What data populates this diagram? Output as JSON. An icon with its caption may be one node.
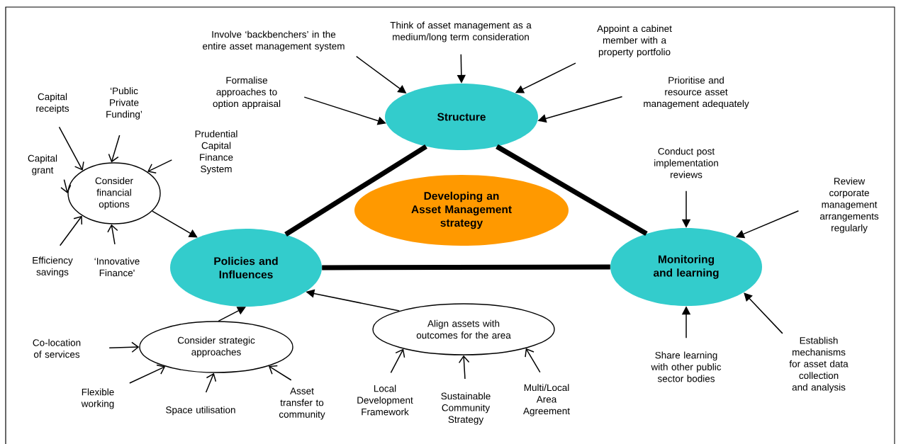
{
  "diagram": {
    "nodes": [
      {
        "text": [
          "Structure"
        ]
      },
      {
        "text": [
          "Developing an Asset Management strategy"
        ]
      },
      {
        "text": [
          "Policies and Influences"
        ]
      },
      {
        "text": [
          "Monitoring and learning"
        ]
      },
      {
        "text": [
          "Consider financial options"
        ]
      },
      {
        "text": [
          "Consider strategic approaches"
        ]
      },
      {
        "text": [
          "Align assets with outcomes for the area"
        ]
      },
      {
        "text": [
          "Involve ‘backbenchers’ in the entire asset management system"
        ]
      },
      {
        "text": [
          "Think of asset management as a medium/long term consideration"
        ]
      },
      {
        "text": [
          "Appoint a cabinet member with a property portfolio"
        ]
      },
      {
        "text": [
          "Formalise approaches to option appraisal"
        ]
      },
      {
        "text": [
          "Prioritise and resource asset management adequately"
        ]
      },
      {
        "text": [
          "Capital receipts"
        ]
      },
      {
        "text": [
          "‘Public Private Funding’"
        ]
      },
      {
        "text": [
          "Prudential Capital Finance System"
        ]
      },
      {
        "text": [
          "Capital grant"
        ]
      },
      {
        "text": [
          "Efficiency savings"
        ]
      },
      {
        "text": [
          "‘Innovative Finance'"
        ]
      },
      {
        "text": [
          "Conduct post implementation reviews"
        ]
      },
      {
        "text": [
          "Review corporate management arrangements regularly"
        ]
      },
      {
        "text": [
          "Share learning with other public sector bodies"
        ]
      },
      {
        "text": [
          "Establish mechanisms for asset data collection and analysis"
        ]
      },
      {
        "text": [
          "Co-location of services"
        ]
      },
      {
        "text": [
          "Flexible working"
        ]
      },
      {
        "text": [
          "Space utilisation"
        ]
      },
      {
        "text": [
          "Asset transfer to community"
        ]
      },
      {
        "text": [
          "Local Development Framework"
        ]
      },
      {
        "text": [
          "Sustainable Community Strategy"
        ]
      },
      {
        "text": [
          "Multi/Local Area Agreement"
        ]
      }
    ],
    "edges": [
      {
        "from": 0,
        "to": 2,
        "arrow": "none",
        "style": "thick"
      },
      {
        "from": 0,
        "to": 3,
        "arrow": "none",
        "style": "thick"
      },
      {
        "from": 2,
        "to": 3,
        "arrow": "none",
        "style": "thick"
      },
      {
        "from": 7,
        "to": 0,
        "arrow": "to"
      },
      {
        "from": 8,
        "to": 0,
        "arrow": "to"
      },
      {
        "from": 9,
        "to": 0,
        "arrow": "to"
      },
      {
        "from": 10,
        "to": 0,
        "arrow": "to"
      },
      {
        "from": 11,
        "to": 0,
        "arrow": "to"
      },
      {
        "from": 12,
        "to": 4,
        "arrow": "to"
      },
      {
        "from": 13,
        "to": 4,
        "arrow": "to"
      },
      {
        "from": 14,
        "to": 4,
        "arrow": "to"
      },
      {
        "from": 15,
        "to": 4,
        "arrow": "to"
      },
      {
        "from": 16,
        "to": 4,
        "arrow": "to"
      },
      {
        "from": 17,
        "to": 4,
        "arrow": "to"
      },
      {
        "from": 4,
        "to": 2,
        "arrow": "to"
      },
      {
        "from": 18,
        "to": 3,
        "arrow": "to"
      },
      {
        "from": 19,
        "to": 3,
        "arrow": "to"
      },
      {
        "from": 20,
        "to": 3,
        "arrow": "to"
      },
      {
        "from": 21,
        "to": 3,
        "arrow": "to"
      },
      {
        "from": 22,
        "to": 5,
        "arrow": "to"
      },
      {
        "from": 23,
        "to": 5,
        "arrow": "to"
      },
      {
        "from": 24,
        "to": 5,
        "arrow": "to"
      },
      {
        "from": 25,
        "to": 5,
        "arrow": "to"
      },
      {
        "from": 5,
        "to": 2,
        "arrow": "to"
      },
      {
        "from": 26,
        "to": 6,
        "arrow": "to"
      },
      {
        "from": 27,
        "to": 6,
        "arrow": "to"
      },
      {
        "from": 28,
        "to": 6,
        "arrow": "to"
      },
      {
        "from": 6,
        "to": 2,
        "arrow": "to"
      }
    ]
  }
}
